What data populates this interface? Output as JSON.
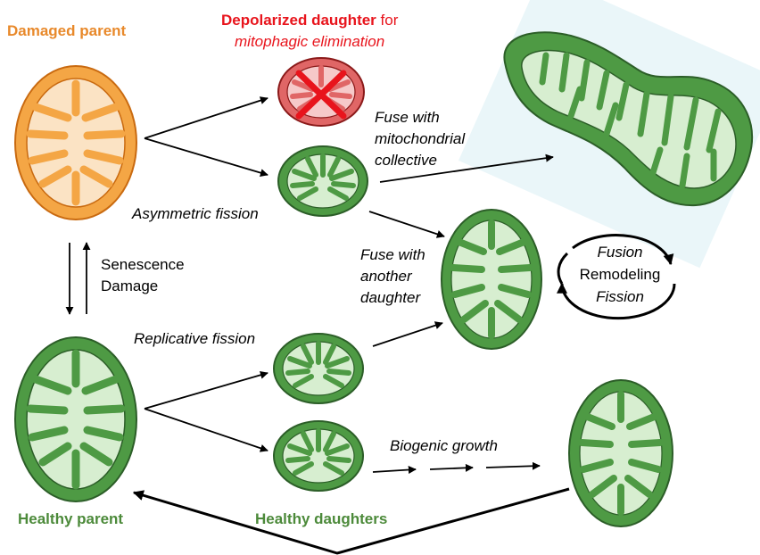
{
  "colors": {
    "damaged_fill": "#F4A645",
    "damaged_inner": "#FBE3C4",
    "damaged_stroke": "#C96A10",
    "healthy_fill": "#4E9A44",
    "healthy_inner": "#D7EED0",
    "healthy_stroke": "#2C5E28",
    "depolarized_fill": "#E06666",
    "depolarized_inner": "#F6C9C9",
    "red_text": "#E8141C",
    "orange_text": "#E8892B",
    "green_text": "#4C8A3A"
  },
  "labels": {
    "damaged_parent": "Damaged parent",
    "depolarized_bold": "Depolarized  daughter",
    "depolarized_for": "for",
    "mitophagic": "mitophagic elimination",
    "fuse_collective_1": "Fuse with",
    "fuse_collective_2": "mitochondrial",
    "fuse_collective_3": "collective",
    "asymmetric": "Asymmetric fission",
    "senescence": "Senescence",
    "damage": "Damage",
    "fuse_daughter_1": "Fuse with",
    "fuse_daughter_2": "another",
    "fuse_daughter_3": "daughter",
    "fusion": "Fusion",
    "remodeling": "Remodeling",
    "fission": "Fission",
    "replicative": "Replicative fission",
    "biogenic": "Biogenic growth",
    "healthy_parent": "Healthy parent",
    "healthy_daughters": "Healthy daughters"
  }
}
